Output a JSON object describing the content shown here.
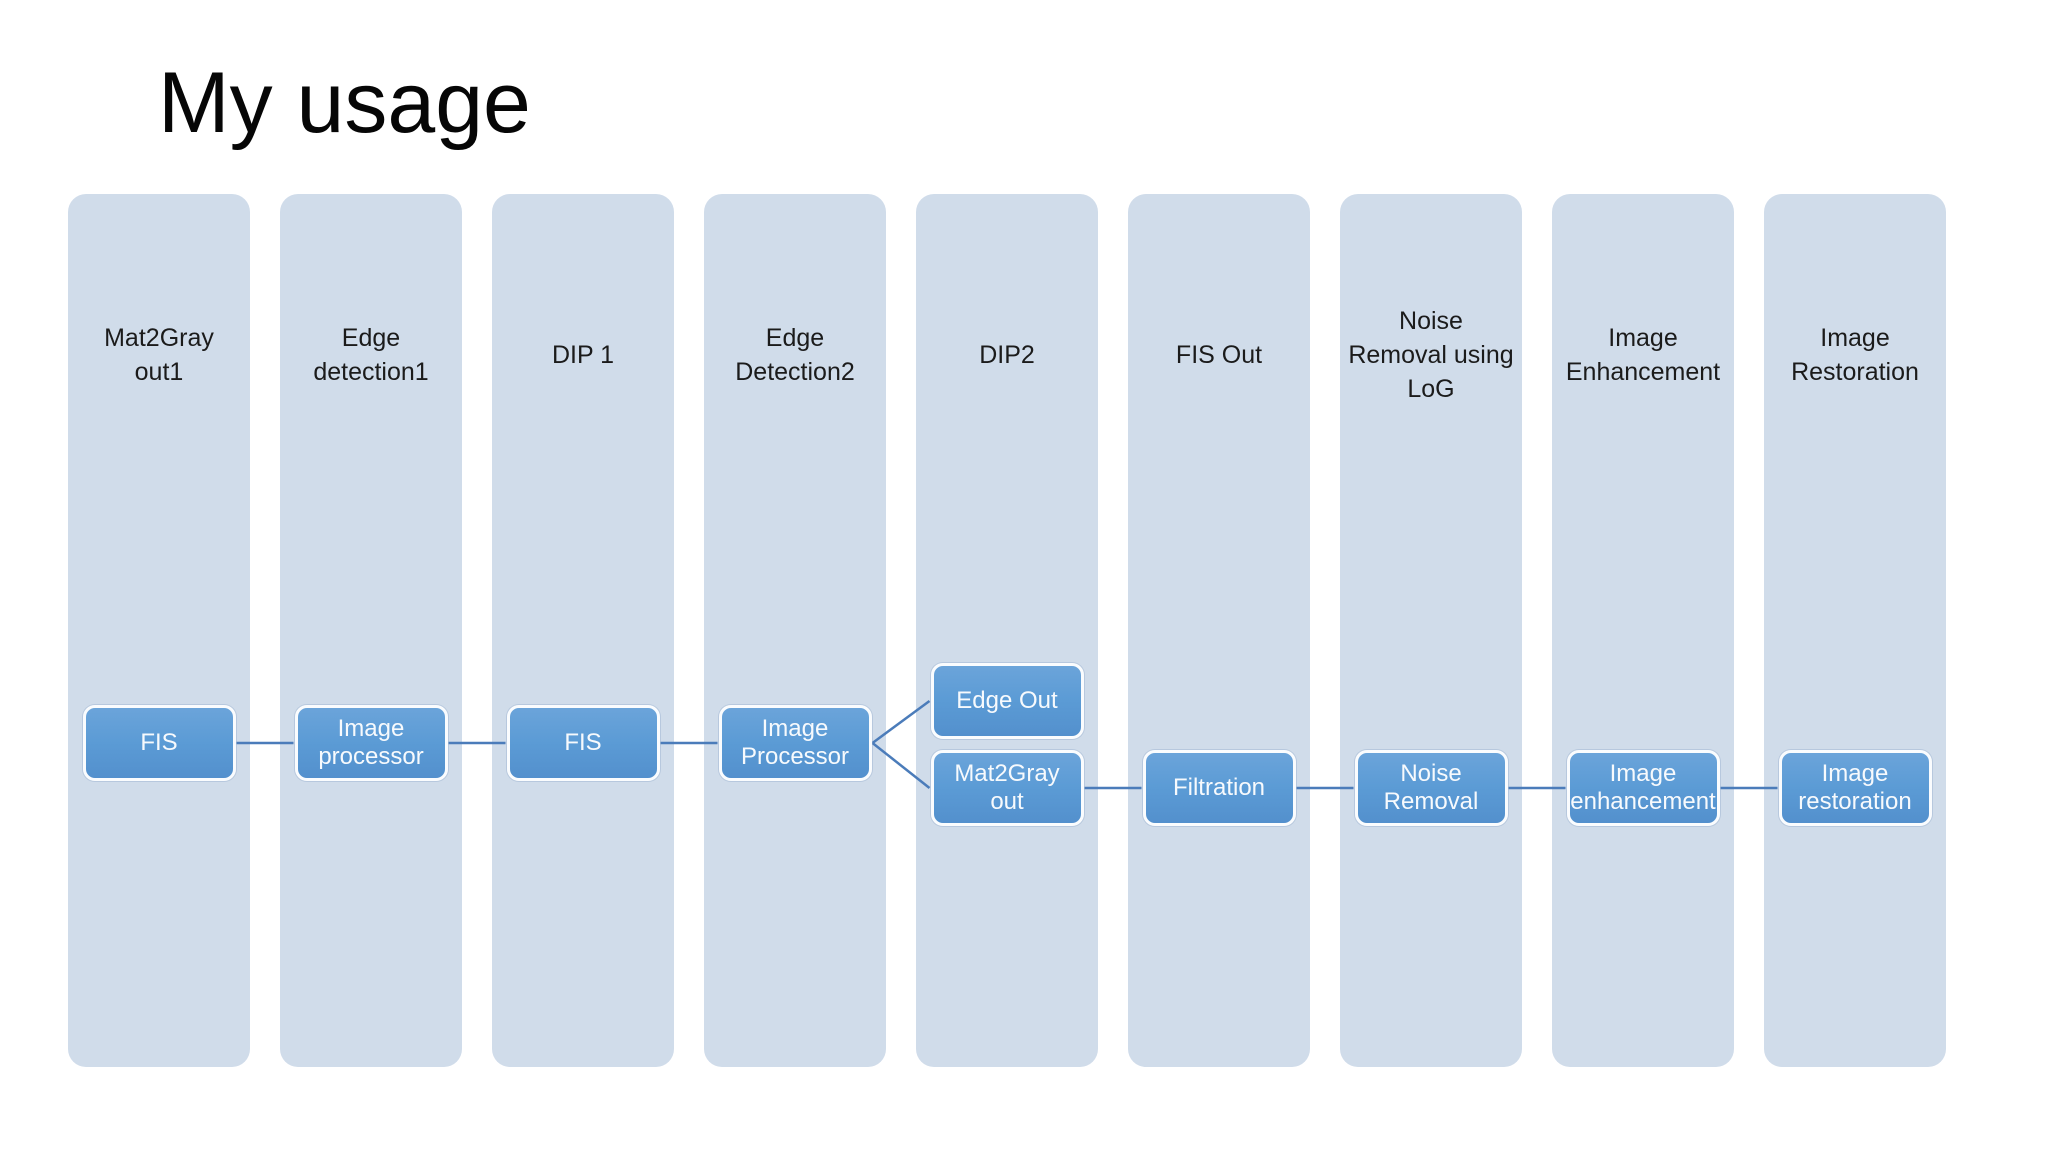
{
  "title": "My usage",
  "colors": {
    "column_fill": "#d0dcea",
    "column_title_text": "#1b1b1b",
    "node_fill_top": "#6ba4da",
    "node_fill_mid": "#5b9bd5",
    "node_fill_bottom": "#5390cd",
    "node_border": "#fafcfe",
    "node_text": "#f7fafd",
    "connector": "#4b7cba",
    "title_text": "#060606"
  },
  "columns": [
    {
      "title": "Mat2Gray\nout1"
    },
    {
      "title": "Edge\ndetection1"
    },
    {
      "title": "DIP 1"
    },
    {
      "title": "Edge\nDetection2"
    },
    {
      "title": "DIP2"
    },
    {
      "title": "FIS Out"
    },
    {
      "title": "Noise\nRemoval using\nLoG"
    },
    {
      "title": "Image\nEnhancement"
    },
    {
      "title": "Image\nRestoration"
    }
  ],
  "nodes": [
    {
      "id": "fis-1",
      "label": "FIS",
      "col": 0,
      "row": "main"
    },
    {
      "id": "image-processor-1",
      "label": "Image\nprocessor",
      "col": 1,
      "row": "main"
    },
    {
      "id": "fis-2",
      "label": "FIS",
      "col": 2,
      "row": "main"
    },
    {
      "id": "image-processor-2",
      "label": "Image\nProcessor",
      "col": 3,
      "row": "main"
    },
    {
      "id": "edge-out",
      "label": "Edge Out",
      "col": 4,
      "row": "upper"
    },
    {
      "id": "mat2gray-out",
      "label": "Mat2Gray\nout",
      "col": 4,
      "row": "lower"
    },
    {
      "id": "filtration",
      "label": "Filtration",
      "col": 5,
      "row": "lower"
    },
    {
      "id": "noise-removal",
      "label": "Noise\nRemoval",
      "col": 6,
      "row": "lower"
    },
    {
      "id": "image-enhancement",
      "label": "Image\nenhancement",
      "col": 7,
      "row": "lower"
    },
    {
      "id": "image-restoration",
      "label": "Image\nrestoration",
      "col": 8,
      "row": "lower"
    }
  ],
  "connections": [
    [
      "fis-1",
      "image-processor-1"
    ],
    [
      "image-processor-1",
      "fis-2"
    ],
    [
      "fis-2",
      "image-processor-2"
    ],
    [
      "image-processor-2",
      "edge-out"
    ],
    [
      "image-processor-2",
      "mat2gray-out"
    ],
    [
      "mat2gray-out",
      "filtration"
    ],
    [
      "filtration",
      "noise-removal"
    ],
    [
      "noise-removal",
      "image-enhancement"
    ],
    [
      "image-enhancement",
      "image-restoration"
    ]
  ]
}
